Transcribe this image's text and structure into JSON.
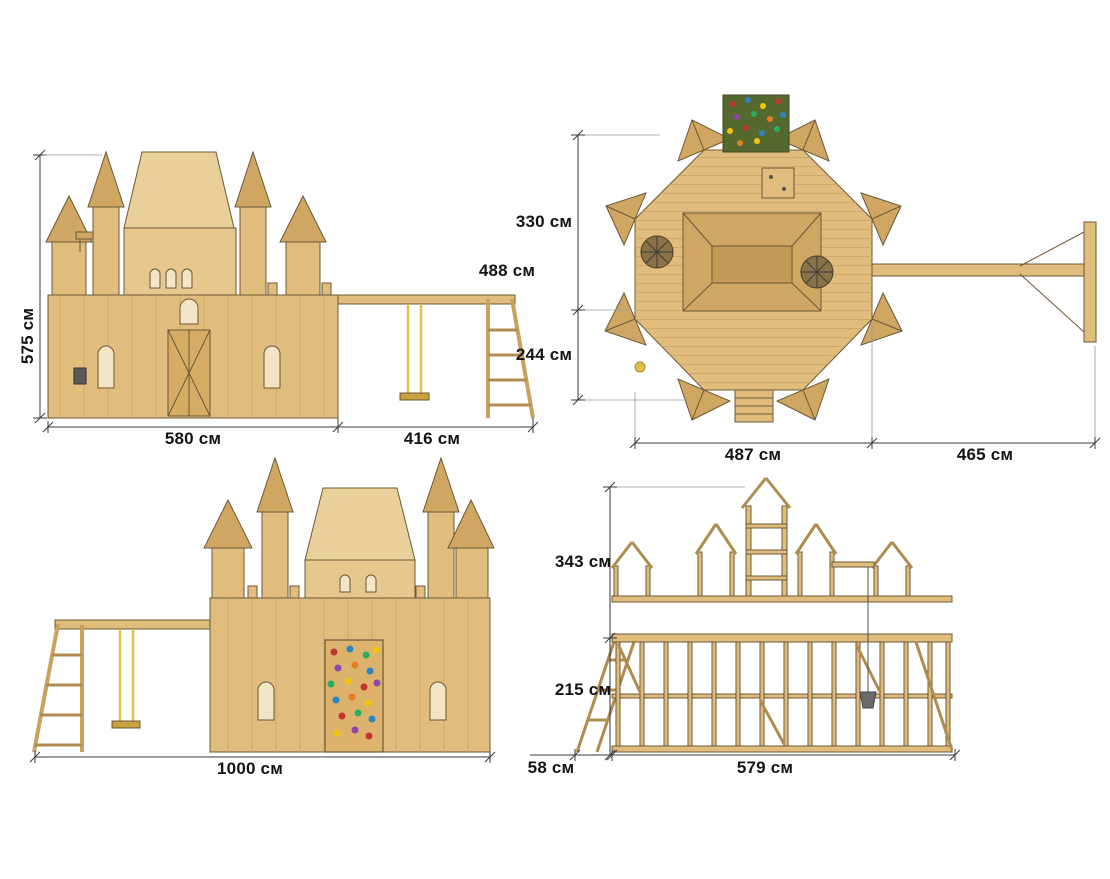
{
  "page": {
    "background": "#ffffff"
  },
  "views": {
    "front_elevation": {
      "label": "front-elevation-with-swing",
      "dimensions": {
        "overall_height": "575 см",
        "castle_width": "580 см",
        "swing_extension_width": "416 см"
      }
    },
    "top_plan": {
      "label": "top-plan-octagon-platform",
      "dimensions": {
        "upper_depth": "330 см",
        "platform_depth": "488 см",
        "lower_depth": "244 см",
        "platform_width": "487 см",
        "swing_beam_length": "465 см"
      }
    },
    "rear_elevation": {
      "label": "rear-elevation-with-swing",
      "dimensions": {
        "overall_width": "1000 см"
      }
    },
    "frame_elevation": {
      "label": "frame-structure-elevation",
      "dimensions": {
        "upper_height": "343 см",
        "deck_height": "215 см",
        "ladder_offset": "58 см",
        "frame_width": "579 см"
      }
    }
  },
  "colors": {
    "wood": "#e0bd7d",
    "wood_dark": "#cfa763",
    "outline": "#6b5836",
    "climbing_wall": "#55682e",
    "rope_yellow": "#e3bf47",
    "dimension": "#3a3a3a",
    "hold_colors": [
      "#c0392b",
      "#2e86c1",
      "#27ae60",
      "#f1c40f",
      "#8e44ad",
      "#e67e22"
    ]
  },
  "units": "см"
}
